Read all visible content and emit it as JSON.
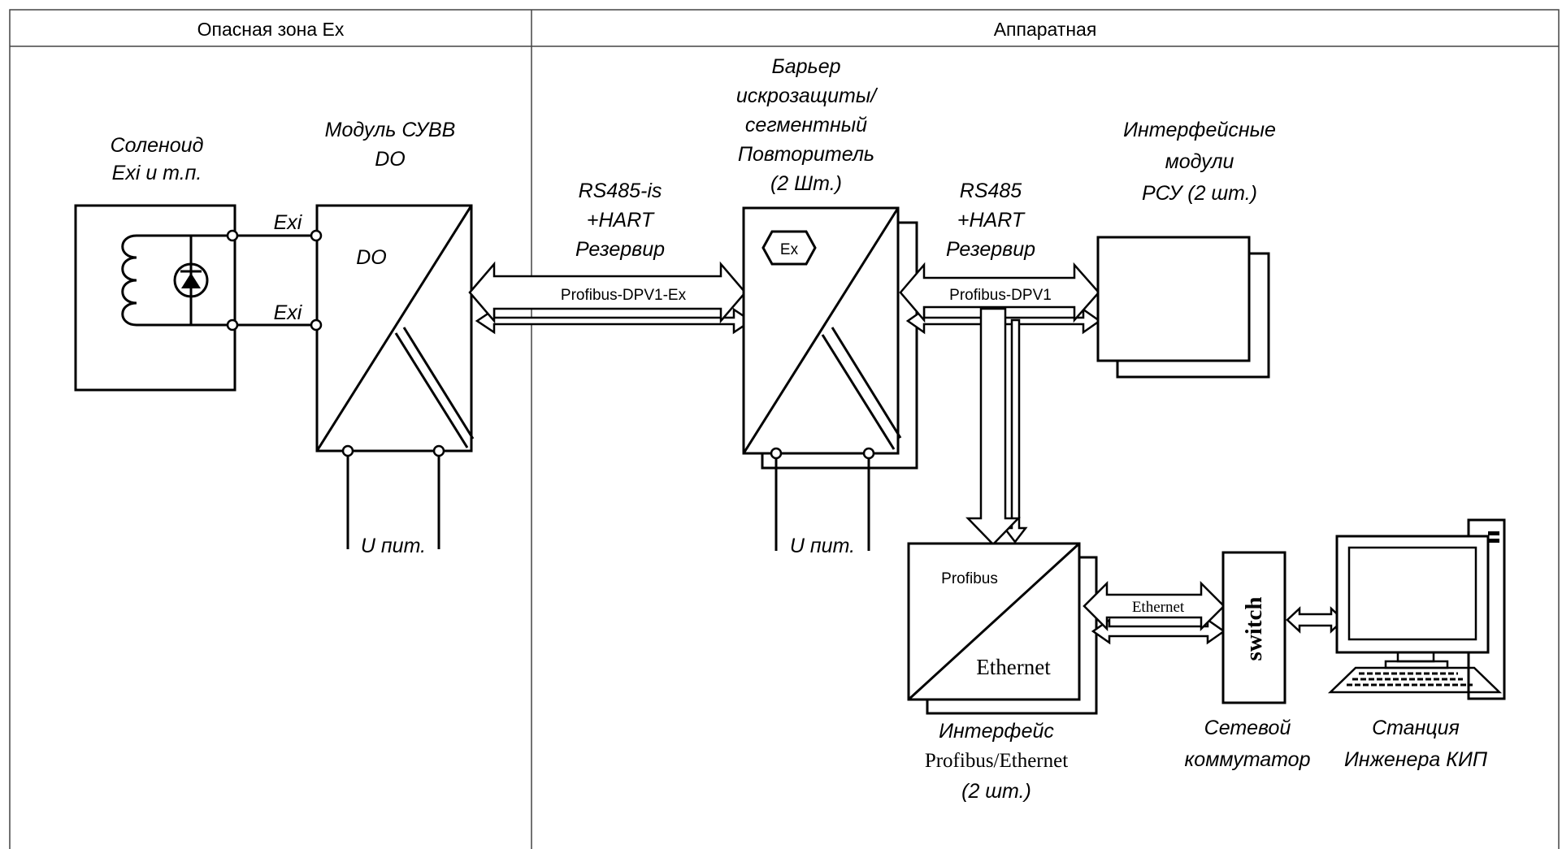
{
  "header": {
    "zone_left": "Опасная зона Ex",
    "zone_right": "Аппаратная"
  },
  "solenoid": {
    "title_line1": "Соленоид",
    "title_line2": "Exi и т.п."
  },
  "do_module": {
    "title_line1": "Модуль СУВВ",
    "title_line2": "DO",
    "inner_label": "DO",
    "supply_label": "U пит."
  },
  "exi_labels": {
    "top": "Exi",
    "bottom": "Exi"
  },
  "link_is": {
    "line1": "RS485-is",
    "line2": "+HART",
    "line3": "Резервир",
    "bus_label": "Profibus-DPV1-Ex"
  },
  "barrier": {
    "line1": "Барьер",
    "line2": "искрозащиты/",
    "line3": "сегментный",
    "line4": "Повторитель",
    "line5": "(2 Шт.)",
    "ex_mark": "Ex",
    "supply_label": "U пит."
  },
  "link_rs485": {
    "line1": "RS485",
    "line2": "+HART",
    "line3": "Резервир",
    "bus_label": "Profibus-DPV1"
  },
  "dcs_modules": {
    "line1": "Интерфейсные",
    "line2": "модули",
    "line3": "РСУ (2 шт.)"
  },
  "gateway": {
    "inner_top": "Profibus",
    "inner_bottom": "Ethernet",
    "caption_line1": "Интерфейс",
    "caption_line2": "Profibus/Ethernet",
    "caption_line3": "(2 шт.)"
  },
  "ethernet_link": {
    "label": "Ethernet"
  },
  "switch": {
    "inner": "switch",
    "caption_line1": "Сетевой",
    "caption_line2": "коммутатор"
  },
  "station": {
    "caption_line1": "Станция",
    "caption_line2": "Инженера КИП"
  }
}
